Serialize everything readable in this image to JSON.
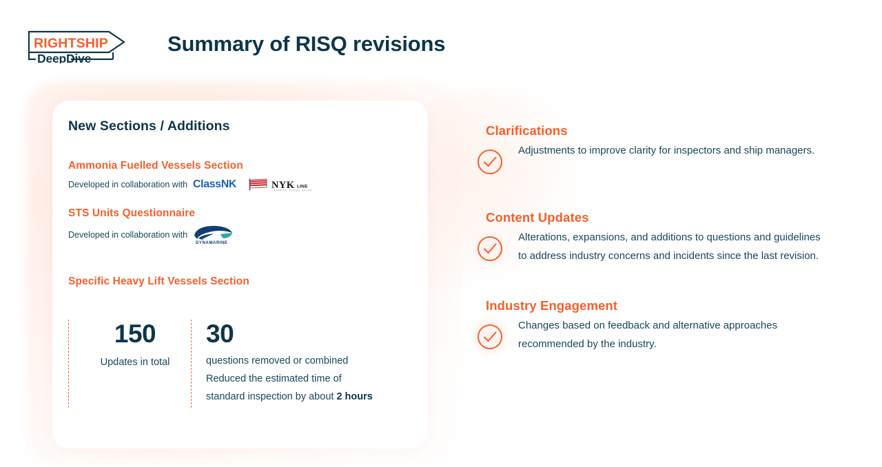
{
  "header": {
    "logo": {
      "name": "rightship-deepdive-logo",
      "line1": "RIGHTSHIP",
      "line2": "DeepDive",
      "orange": "#f4602c",
      "navy": "#0e3649"
    },
    "title": "Summary of RISQ revisions"
  },
  "card": {
    "title": "New Sections / Additions",
    "sections": [
      {
        "heading": "Ammonia Fuelled Vessels Section",
        "sub_prefix": "Developed in collaboration with",
        "partners": [
          "ClassNK",
          "NYK LINE"
        ]
      },
      {
        "heading": "STS Units Questionnaire",
        "sub_prefix": "Developed in collaboration with",
        "partners": [
          "DYNAMARINE"
        ]
      },
      {
        "heading": "Specific Heavy Lift Vessels Section",
        "sub_prefix": "",
        "partners": []
      }
    ],
    "stats": [
      {
        "number": "150",
        "label": "Updates in total"
      },
      {
        "number": "30",
        "label_line1": "questions removed or combined",
        "label_line2": "Reduced the estimated time of",
        "label_line3_pre": "standard inspection by about ",
        "label_line3_bold": "2 hours"
      }
    ]
  },
  "points": [
    {
      "icon": "circle-check-icon",
      "title": "Clarifications",
      "body": "Adjustments to improve clarity for inspectors and ship managers."
    },
    {
      "icon": "circle-check-icon",
      "title": "Content Updates",
      "body": "Alterations, expansions, and additions to questions and guidelines to address industry concerns and incidents since the last revision."
    },
    {
      "icon": "circle-check-icon",
      "title": "Industry Engagement",
      "body": "Changes based on feedback and alternative approaches recommended by the industry."
    }
  ],
  "colors": {
    "orange": "#f4602c",
    "navy": "#0e3649",
    "body_text": "#17485c",
    "classnk_blue": "#1a63b8",
    "nyk_red": "#cf2027",
    "dynamarine_blue": "#123f73",
    "dynamarine_teal": "#2fa79b"
  }
}
